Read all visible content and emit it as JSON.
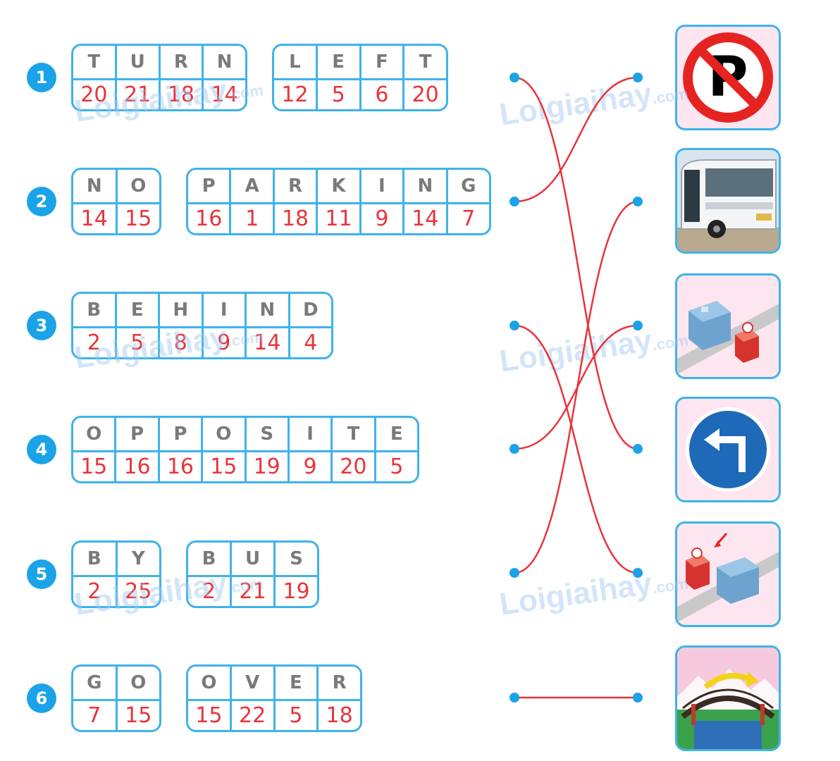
{
  "rows": [
    {
      "number": "1",
      "groups": [
        {
          "letters": [
            "T",
            "U",
            "R",
            "N"
          ],
          "numbers": [
            "20",
            "21",
            "18",
            "14"
          ]
        },
        {
          "letters": [
            "L",
            "E",
            "F",
            "T"
          ],
          "numbers": [
            "12",
            "5",
            "6",
            "20"
          ]
        }
      ]
    },
    {
      "number": "2",
      "groups": [
        {
          "letters": [
            "N",
            "O"
          ],
          "numbers": [
            "14",
            "15"
          ]
        },
        {
          "letters": [
            "P",
            "A",
            "R",
            "K",
            "I",
            "N",
            "G"
          ],
          "numbers": [
            "16",
            "1",
            "18",
            "11",
            "9",
            "14",
            "7"
          ]
        }
      ]
    },
    {
      "number": "3",
      "groups": [
        {
          "letters": [
            "B",
            "E",
            "H",
            "I",
            "N",
            "D"
          ],
          "numbers": [
            "2",
            "5",
            "8",
            "9",
            "14",
            "4"
          ]
        }
      ]
    },
    {
      "number": "4",
      "groups": [
        {
          "letters": [
            "O",
            "P",
            "P",
            "O",
            "S",
            "I",
            "T",
            "E"
          ],
          "numbers": [
            "15",
            "16",
            "16",
            "15",
            "19",
            "9",
            "20",
            "5"
          ]
        }
      ]
    },
    {
      "number": "5",
      "groups": [
        {
          "letters": [
            "B",
            "Y"
          ],
          "numbers": [
            "2",
            "25"
          ]
        },
        {
          "letters": [
            "B",
            "U",
            "S"
          ],
          "numbers": [
            "2",
            "21",
            "19"
          ]
        }
      ]
    },
    {
      "number": "6",
      "groups": [
        {
          "letters": [
            "G",
            "O"
          ],
          "numbers": [
            "7",
            "15"
          ]
        },
        {
          "letters": [
            "O",
            "V",
            "E",
            "R"
          ],
          "numbers": [
            "15",
            "22",
            "5",
            "18"
          ]
        }
      ]
    }
  ],
  "pictures": [
    "no-parking-sign",
    "bus",
    "building-behind",
    "turn-left-sign",
    "building-opposite",
    "go-over-bridge"
  ],
  "matches": [
    [
      1,
      4
    ],
    [
      2,
      1
    ],
    [
      3,
      5
    ],
    [
      4,
      3
    ],
    [
      5,
      2
    ],
    [
      6,
      6
    ]
  ],
  "watermark": "Loigiaihay",
  "watermark_suffix": ".com",
  "colors": {
    "accent": "#1aa3e8",
    "line": "#e8343a",
    "border": "#3fb3ea",
    "letter": "#7a7a7a",
    "number": "#e8343a"
  }
}
